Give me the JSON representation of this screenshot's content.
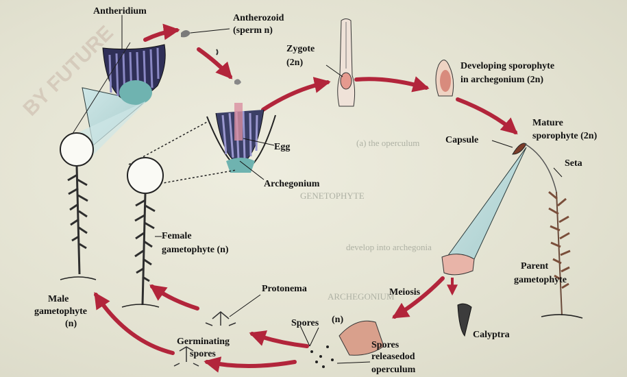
{
  "watermark": "BY FUTURE",
  "labels": {
    "antheridium": "Antheridium",
    "antherozoid_1": "Antherozoid",
    "antherozoid_2": "(sperm n)",
    "zygote_1": "Zygote",
    "zygote_2": "(2n)",
    "developing_1": "Developing sporophyte",
    "developing_2": "in archegonium  (2n)",
    "mature_1": "Mature",
    "mature_2": "sporophyte (2n)",
    "capsule": "Capsule",
    "seta": "Seta",
    "egg": "Egg",
    "archegonium": "Archegonium",
    "female_1": "Female",
    "female_2": "gametophyte (n)",
    "parent_1": "Parent",
    "parent_2": "gametophyte",
    "meiosis": "Meiosis",
    "protonema": "Protonema",
    "male_1": "Male",
    "male_2": "gametophyte",
    "male_3": "(n)",
    "spores": "Spores",
    "spores_ploidy": "(n)",
    "calyptra": "Calyptra",
    "germinating_1": "Germinating",
    "germinating_2": "spores",
    "released_1": "Spores",
    "released_2": "releasedod",
    "operculum": "operculum"
  },
  "ghost": [
    "(a) the operculum",
    "GENETOPHYTE",
    "develop into archegonia",
    "ARCHEGONIUM"
  ]
}
